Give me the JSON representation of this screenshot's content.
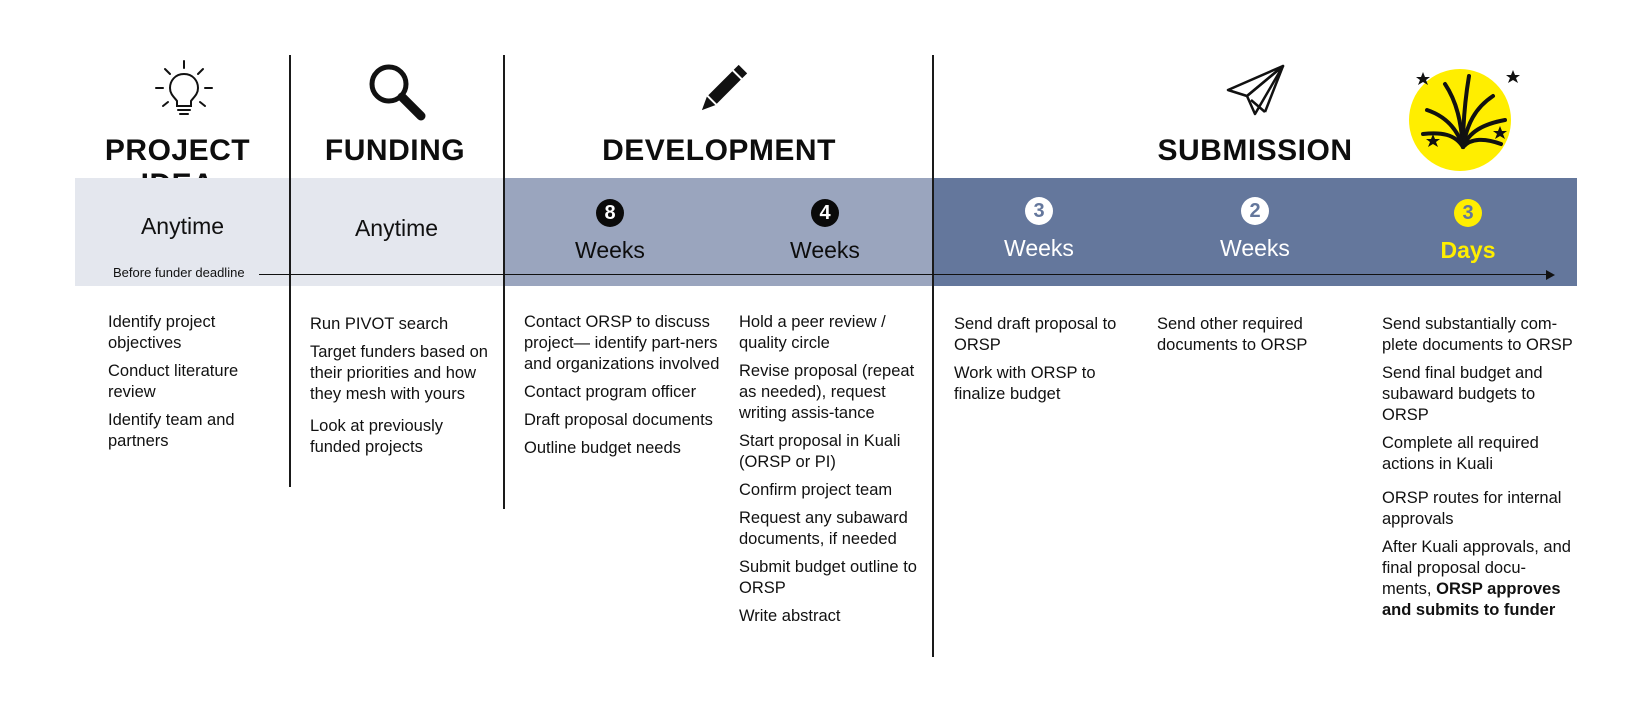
{
  "phases": [
    {
      "id": "project-idea",
      "heading": "PROJECT IDEA",
      "icon": "lightbulb-icon",
      "time": "Anytime"
    },
    {
      "id": "funding",
      "heading": "FUNDING",
      "icon": "magnifier-icon",
      "time": "Anytime"
    },
    {
      "id": "development",
      "heading": "DEVELOPMENT",
      "icon": "pencil-icon"
    },
    {
      "id": "submission",
      "heading": "SUBMISSION",
      "icon": "paper-plane-icon"
    }
  ],
  "timeline": {
    "deadline_label": "Before funder deadline",
    "steps": [
      {
        "number": "8",
        "unit": "Weeks"
      },
      {
        "number": "4",
        "unit": "Weeks"
      },
      {
        "number": "3",
        "unit": "Weeks"
      },
      {
        "number": "2",
        "unit": "Weeks"
      },
      {
        "number": "3",
        "unit": "Days"
      }
    ]
  },
  "celebration_icon": "fireworks-icon",
  "colors": {
    "band_light": "#e4e7ee",
    "band_mid": "#9aa5be",
    "band_dark": "#64779c",
    "highlight": "#ffee00"
  },
  "columns": {
    "project_idea": [
      "Identify project objectives",
      "Conduct literature review",
      "Identify team and partners"
    ],
    "funding": [
      "Run PIVOT search",
      "Target funders based on their priorities and how they  mesh with yours",
      "Look at previously funded projects"
    ],
    "dev_8": [
      "Contact ORSP to discuss project— identify part-ners and organizations involved",
      "Contact program officer",
      "Draft proposal documents",
      "Outline budget needs"
    ],
    "dev_4": [
      "Hold a peer review / quality circle",
      "Revise proposal (repeat as needed), request writing assis-tance",
      "Start proposal in Kuali (ORSP or PI)",
      "Confirm project team",
      "Request any subaward documents, if needed",
      "Submit budget outline to ORSP",
      "Write abstract"
    ],
    "sub_3w": [
      "Send draft proposal to ORSP",
      "Work with ORSP to finalize budget"
    ],
    "sub_2w": [
      "Send other required documents to ORSP"
    ],
    "sub_3d": [
      "Send substantially com-plete documents to ORSP",
      "Send final budget and subaward budgets to ORSP",
      "Complete all required actions in Kuali",
      "ORSP routes for internal approvals"
    ],
    "sub_3d_last_plain": "After Kuali approvals, and final proposal docu-ments, ",
    "sub_3d_last_bold": "ORSP approves and submits to funder"
  }
}
